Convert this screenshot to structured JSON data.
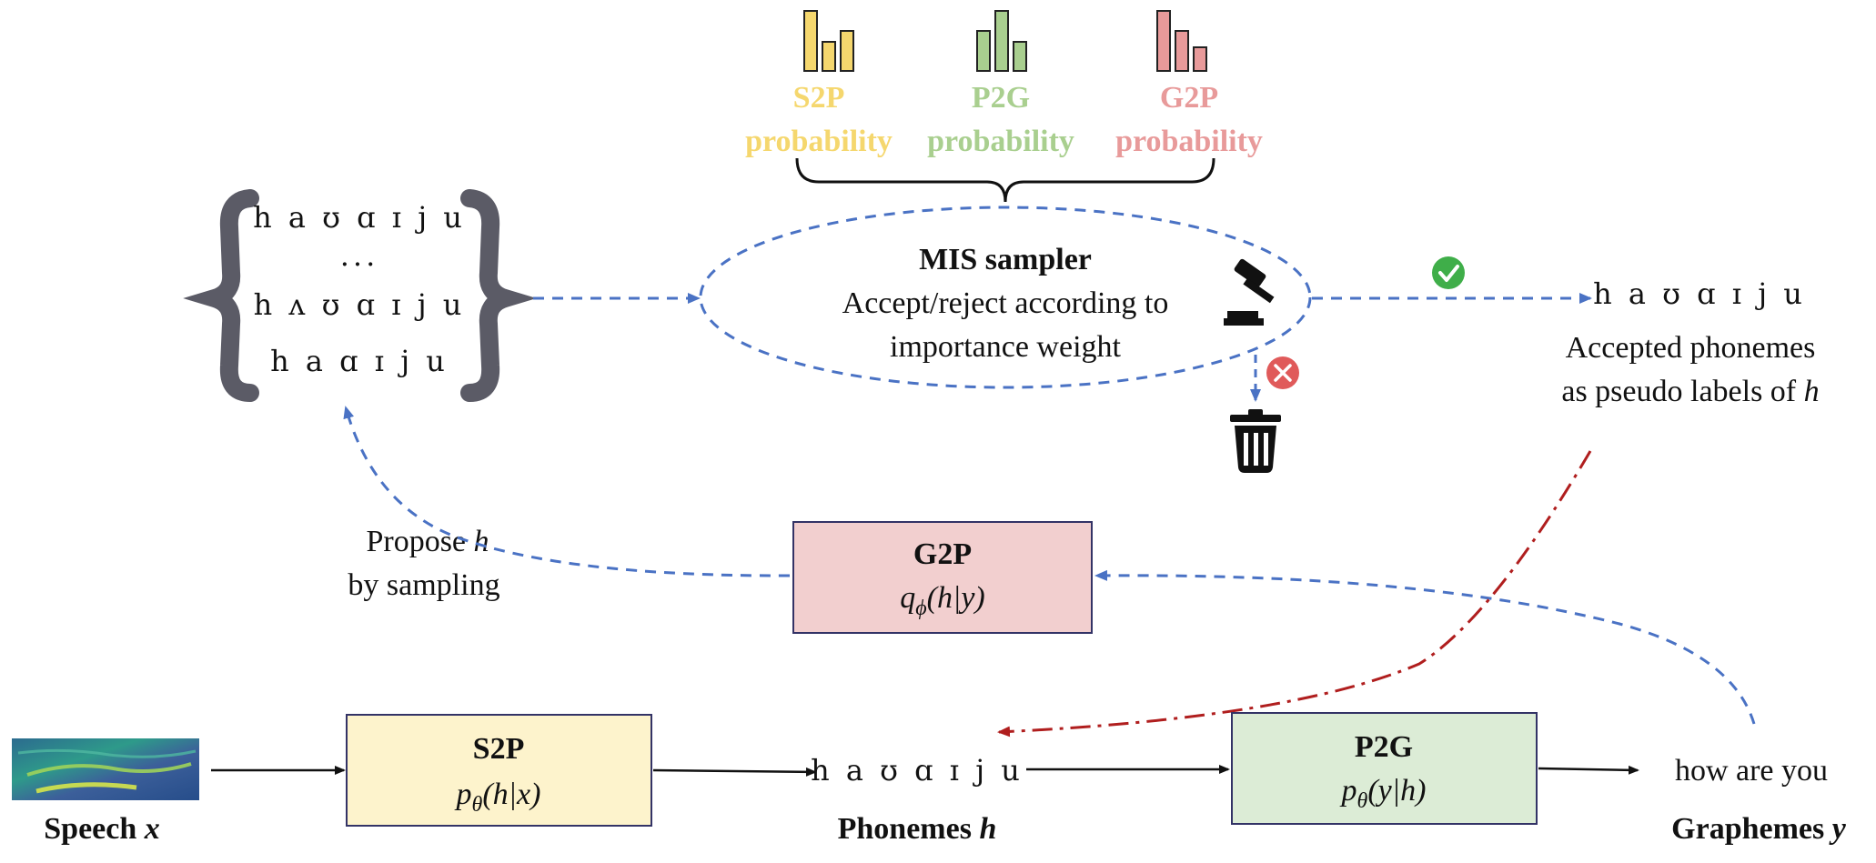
{
  "nodes": {
    "speech_label": "Speech",
    "speech_var": "x",
    "s2p_box": {
      "title": "S2P",
      "formula_main": "p",
      "formula_sub": "θ",
      "formula_rest": "(h|x)"
    },
    "phonemes_seq": "h a ʊ ɑ ɪ j u",
    "phonemes_label": "Phonemes",
    "phonemes_var": "h",
    "p2g_box": {
      "title": "P2G",
      "formula_main": "p",
      "formula_sub": "θ",
      "formula_rest": "(y|h)"
    },
    "graphemes_text": "how are you",
    "graphemes_label": "Graphemes",
    "graphemes_var": "y",
    "g2p_box": {
      "title": "G2P",
      "formula_main": "q",
      "formula_sub": "ϕ",
      "formula_rest": "(h|y)"
    }
  },
  "proposal": {
    "set": [
      "h a ʊ ɑ ɪ j u",
      "...",
      "h ʌ ʊ ɑ ɪ j u",
      "h a ɑ ɪ j u"
    ],
    "propose_line1": "Propose",
    "propose_var": "h",
    "propose_line2": "by sampling"
  },
  "probabilities": [
    {
      "name": "S2P",
      "label": "probability",
      "color": "#f5d76e",
      "bars": [
        0.85,
        0.45,
        0.6
      ]
    },
    {
      "name": "P2G",
      "label": "probability",
      "color": "#a9cf8f",
      "bars": [
        0.6,
        0.85,
        0.45
      ]
    },
    {
      "name": "G2P",
      "label": "probability",
      "color": "#e89a9a",
      "bars": [
        0.85,
        0.6,
        0.35
      ]
    }
  ],
  "sampler": {
    "title": "MIS sampler",
    "line1": "Accept/reject according to",
    "line2": "importance weight"
  },
  "accepted": {
    "seq": "h a ʊ ɑ ɪ j u",
    "line1": "Accepted phonemes",
    "line2": "as pseudo labels of",
    "var": "h"
  },
  "colors": {
    "dashed_arrow": "#4a72c4",
    "dashdot_arrow": "#b01e1e",
    "solid_arrow": "#111111",
    "accept_badge": "#3fae49",
    "reject_badge": "#e05a5a",
    "s2p_fill": "#fdf3cc",
    "p2g_fill": "#dcecd6",
    "g2p_fill": "#f2cfcf",
    "box_stroke": "#333366",
    "brace_color": "#5b5b66"
  },
  "icons": {
    "accept": "check-circle-icon",
    "reject": "x-circle-icon",
    "gavel": "gavel-icon",
    "trash": "trash-icon",
    "spectrogram": "spectrogram-image"
  }
}
